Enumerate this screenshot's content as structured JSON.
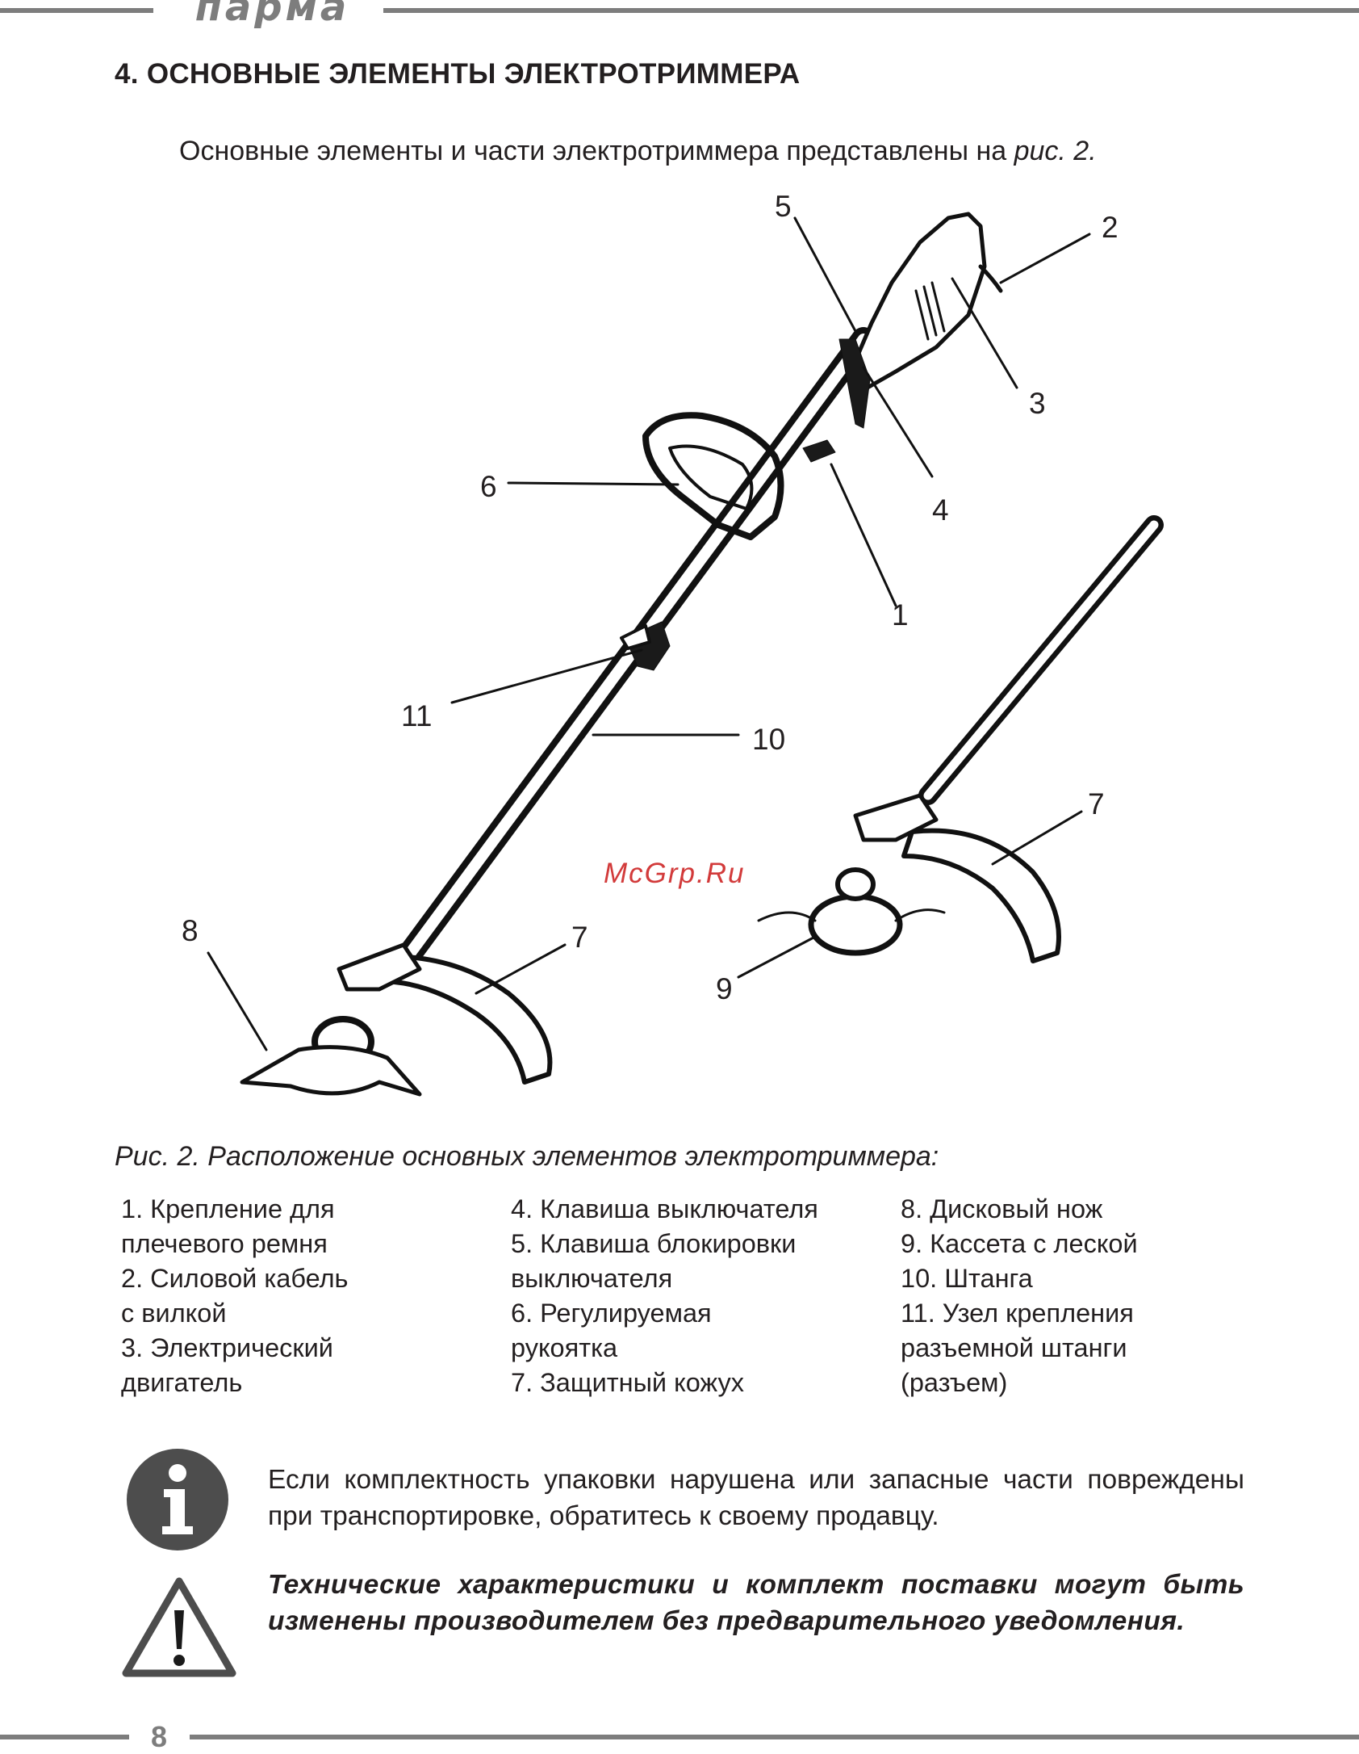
{
  "header": {
    "brand": "парма"
  },
  "section": {
    "heading": "4. ОСНОВНЫЕ ЭЛЕМЕНТЫ ЭЛЕКТРОТРИММЕРА",
    "intro_text": "Основные элементы и части электротриммера представлены на ",
    "intro_ref": "рис. 2."
  },
  "figure": {
    "callouts": [
      "1",
      "2",
      "3",
      "4",
      "5",
      "6",
      "7",
      "7",
      "8",
      "9",
      "10",
      "11"
    ],
    "watermark": "McGrp.Ru"
  },
  "caption": "Рис. 2. Расположение основных элементов электротриммера:",
  "legend": {
    "col1": [
      "1. Крепление для",
      "плечевого ремня",
      "2. Силовой кабель",
      "с вилкой",
      "3. Электрический",
      "двигатель"
    ],
    "col2": [
      "4. Клавиша выключателя",
      "5. Клавиша блокировки",
      "выключателя",
      "6. Регулируемая",
      "рукоятка",
      "7. Защитный кожух"
    ],
    "col3": [
      "8. Дисковый нож",
      "9. Кассета с леской",
      "10. Штанга",
      "11. Узел крепления",
      "разъемной штанги",
      "(разъем)"
    ]
  },
  "notes": {
    "info_text": "Если комплектность упаковки нарушена или запасные части по­вреждены при транспортировке, обратитесь к своему продавцу.",
    "warning_text": "Технические характеристики и комплект поставки могут быть изменены производителем без предварительного уве­домления."
  },
  "icons": {
    "info": "info-icon",
    "warning": "warning-triangle-icon"
  },
  "colors": {
    "rule_gray": "#7d7d7d",
    "text": "#231f20",
    "icon_dark": "#4d4d4d",
    "watermark_red": "#d23a3a"
  },
  "footer": {
    "page_number": "8"
  }
}
